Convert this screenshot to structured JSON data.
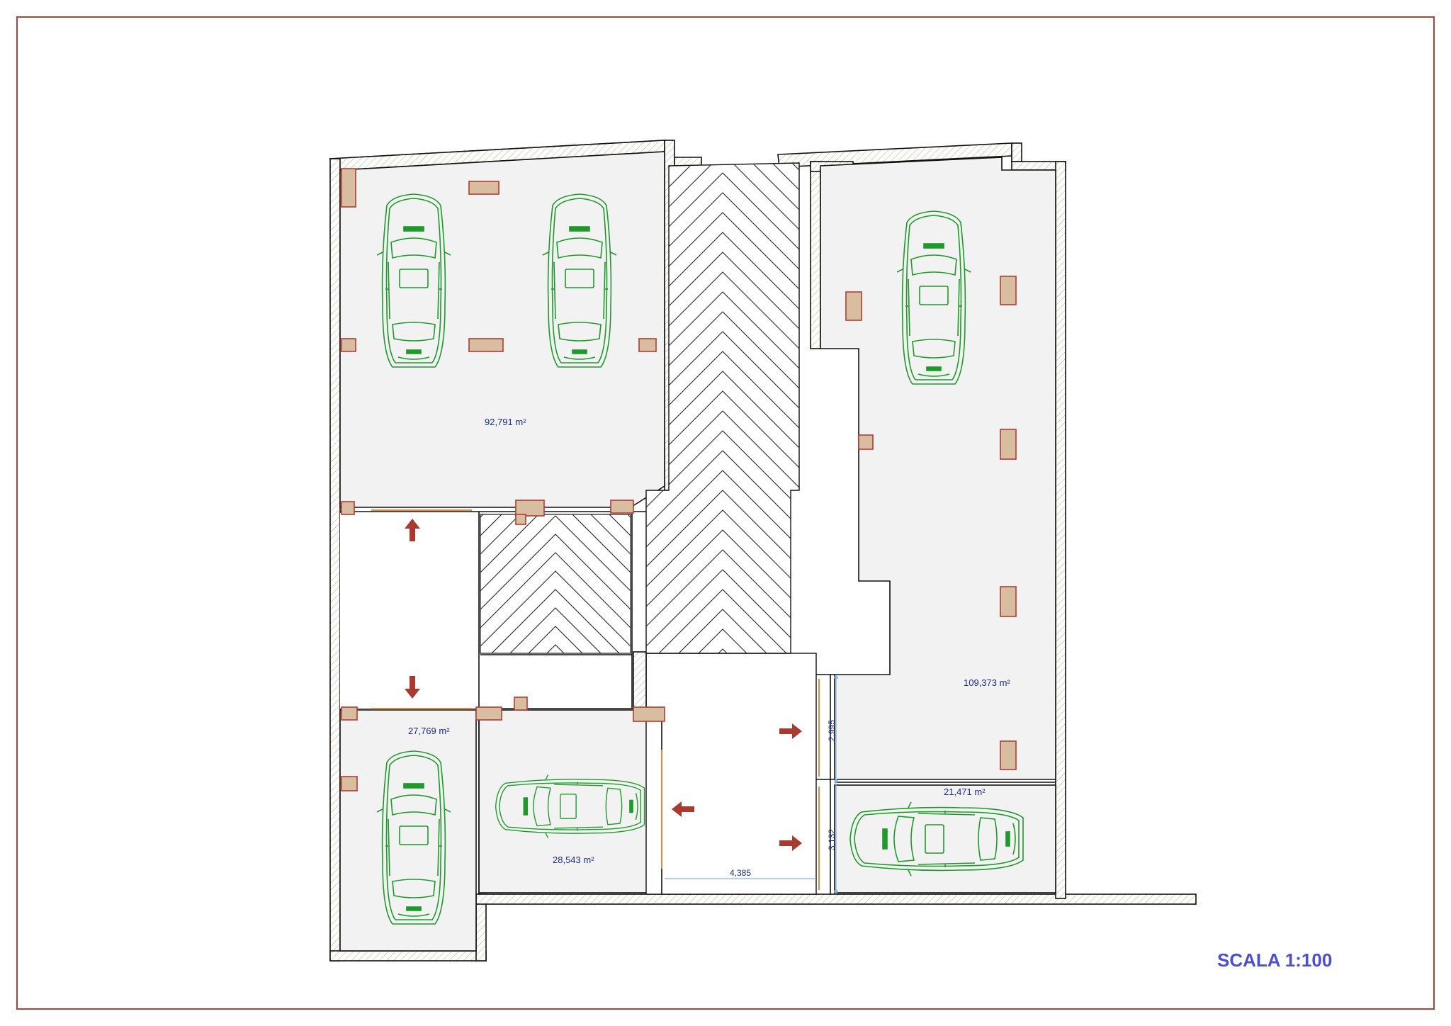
{
  "rooms": {
    "room_a": {
      "area": "92,791 m²"
    },
    "room_b": {
      "area": "109,373 m²"
    },
    "room_c": {
      "area": "27,769 m²"
    },
    "room_d": {
      "area": "28,543 m²"
    },
    "room_e": {
      "area": "21,471 m²"
    }
  },
  "dimensions": {
    "dim_1": "2,995",
    "dim_2": "3,132",
    "dim_3": "4,385"
  },
  "scale": {
    "label": "SCALA 1:100"
  },
  "colors": {
    "frame": "#b0403a",
    "wall": "#111111",
    "floor": "#f2f2f2",
    "pillar_fill": "#d8bea0",
    "pillar_stroke": "#b83a32",
    "car": "#1e9a2a",
    "arrow": "#a83a30",
    "dimension": "#7fb3e6",
    "text": "#1b2a8a"
  },
  "icons": {
    "car": "car-top-view-icon",
    "arrow": "direction-arrow-icon",
    "pillar": "pillar-icon"
  }
}
